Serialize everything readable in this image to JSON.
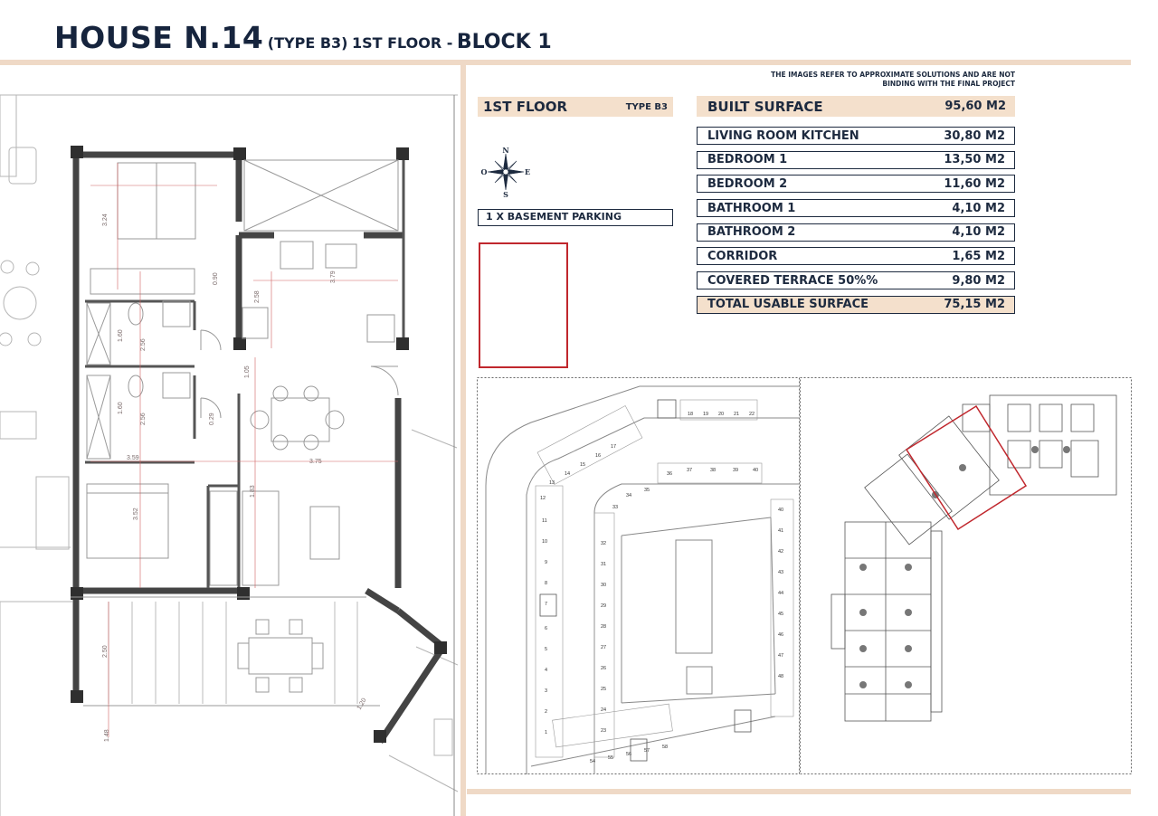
{
  "header": {
    "title_main": "HOUSE N.14",
    "title_type": "(TYPE B3)",
    "title_floor": "1ST FLOOR -",
    "title_block": "BLOCK 1"
  },
  "disclaimer": {
    "line1": "THE IMAGES REFER TO APPROXIMATE SOLUTIONS AND ARE NOT",
    "line2": "BINDING WITH THE FINAL PROJECT"
  },
  "floor_box": {
    "label": "1ST FLOOR",
    "type": "TYPE B3"
  },
  "compass": {
    "n": "N",
    "s": "S",
    "e": "E",
    "w": "O"
  },
  "parking": "1 X BASEMENT PARKING",
  "built_surface": {
    "label": "BUILT SURFACE",
    "value": "95,60 M2"
  },
  "rooms": [
    {
      "label": "LIVING ROOM KITCHEN",
      "value": "30,80 M2"
    },
    {
      "label": "BEDROOM 1",
      "value": "13,50 M2"
    },
    {
      "label": "BEDROOM 2",
      "value": "11,60 M2"
    },
    {
      "label": "BATHROOM 1",
      "value": "4,10 M2"
    },
    {
      "label": "BATHROOM 2",
      "value": "4,10 M2"
    },
    {
      "label": "CORRIDOR",
      "value": "1,65 M2"
    },
    {
      "label": "COVERED TERRACE 50%%",
      "value": "9,80 M2"
    }
  ],
  "total": {
    "label": "TOTAL USABLE SURFACE",
    "value": "75,15 M2"
  },
  "plan_dimensions": {
    "d324": "3.24",
    "d090": "0.90",
    "d379": "3.79",
    "d258": "2.58",
    "d160a": "1.60",
    "d256a": "2.56",
    "d105": "1.05",
    "d160b": "1.60",
    "d256b": "2.56",
    "d359": "3.59",
    "d375": "3.75",
    "d352": "3.52",
    "d183": "1.83",
    "d250": "2.50",
    "d120": "1.20",
    "d148": "1.48",
    "d029": "0.29"
  },
  "parking_numbers": {
    "top_row": [
      "18",
      "19",
      "20",
      "21",
      "22"
    ],
    "upper_diag": [
      "13",
      "14",
      "15",
      "16",
      "17"
    ],
    "inner_row": [
      "34",
      "35",
      "36",
      "37",
      "38",
      "39",
      "40"
    ],
    "left_col": [
      "12",
      "11",
      "10",
      "9",
      "8",
      "7",
      "6",
      "5",
      "4",
      "3",
      "2",
      "1"
    ],
    "mid_col": [
      "33",
      "32",
      "31",
      "30",
      "29",
      "28",
      "27",
      "26",
      "25",
      "24",
      "23"
    ],
    "bottom_row": [
      "58",
      "57",
      "56",
      "55",
      "54"
    ],
    "right_col": [
      "40",
      "41",
      "42",
      "43",
      "44",
      "45",
      "46",
      "47",
      "48"
    ]
  }
}
